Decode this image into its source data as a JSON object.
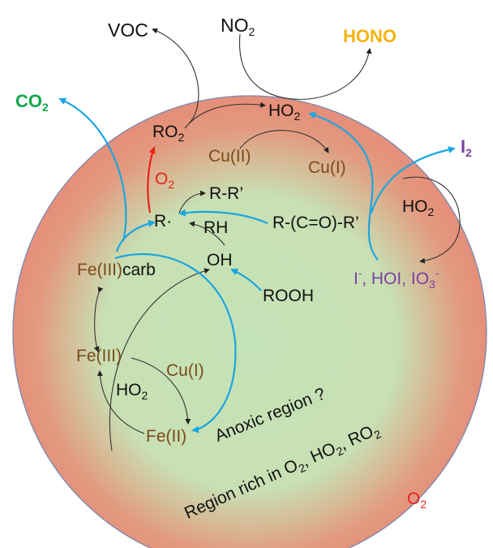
{
  "diagram": {
    "type": "reaction-scheme",
    "colors": {
      "particle_outer": "#e5907a",
      "particle_inner": "#c6e2b8",
      "particle_edge": "#7a86b0",
      "arrow_black": "#333333",
      "arrow_blue": "#1aa6e0",
      "arrow_red": "#e8231a",
      "iron_copper_text": "#7b4a1b",
      "iodine_text": "#7c3fa0",
      "co2_text": "#10a84a",
      "hono_text": "#f7b410"
    },
    "outside": {
      "voc": "VOC",
      "no2_base": "NO",
      "no2_sub": "2",
      "hono": "HONO",
      "co2_base": "CO",
      "co2_sub": "2",
      "i2_base": "I",
      "i2_sub": "2",
      "o2_base": "O",
      "o2_sub": "2"
    },
    "species": {
      "ro2_base": "RO",
      "ro2_sub": "2",
      "ho2_top_base": "HO",
      "ho2_top_sub": "2",
      "cu2_top": "Cu(II)",
      "cu1_top": "Cu(I)",
      "o2_red_base": "O",
      "o2_red_sub": "2",
      "r_radical": "R·",
      "r_r_prime": "R-R’",
      "rh": "RH",
      "ketone": "R-(C=O)-R’",
      "ho2_right_base": "HO",
      "ho2_right_sub": "2",
      "iodine_i": "I",
      "iodine_i_sup": "-",
      "iodine_mid": ", HOI, IO",
      "iodine_io3_sub": "3",
      "iodine_io3_sup": "-",
      "fe3carb_fe": "Fe(III)",
      "fe3carb_carb": "carb",
      "oh": "OH",
      "rooh": "ROOH",
      "fe3": "Fe(III)",
      "cu1_bottom": "Cu(I)",
      "ho2_bottom_base": "HO",
      "ho2_bottom_sub": "2",
      "fe2": "Fe(II)"
    },
    "regions": {
      "anoxic": "Anoxic region ?",
      "rich_prefix": "Region rich in O",
      "rich_sub1": "2",
      "rich_mid1": ", HO",
      "rich_sub2": "2",
      "rich_mid2": ", RO",
      "rich_sub3": "2"
    }
  }
}
